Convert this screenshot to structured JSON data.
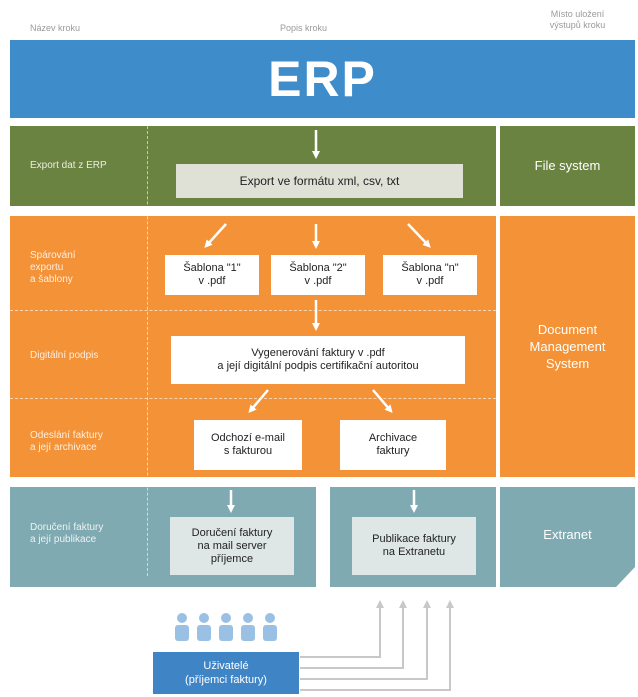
{
  "headers": {
    "step_name": "Název kroku",
    "step_desc": "Popis kroku",
    "output_location": "Místo uložení\nvýstupů kroku"
  },
  "erp": {
    "title": "ERP"
  },
  "export": {
    "label": "Export dat z ERP",
    "box": "Export ve formátu xml, csv, txt",
    "location": "File system"
  },
  "pairing": {
    "label": "Spárování\nexportu\na šablony",
    "templates": [
      "Šablona \"1\"\nv .pdf",
      "Šablona \"2\"\nv .pdf",
      "Šablona \"n\"\nv .pdf"
    ]
  },
  "signature": {
    "label": "Digitální podpis",
    "box": "Vygenerování faktury v .pdf\na její digitální podpis certifikační autoritou"
  },
  "sending": {
    "label": "Odeslání faktury\na její archivace",
    "email": "Odchozí e-mail\ns fakturou",
    "archive": "Archivace\nfaktury"
  },
  "dms": {
    "location": "Document\nManagement\nSystem"
  },
  "delivery": {
    "label": "Doručení faktury\na její publikace",
    "mail_server": "Doručení faktury\nna mail server\npříjemce",
    "extranet_pub": "Publikace faktury\nna Extranetu",
    "location": "Extranet"
  },
  "users": {
    "label": "Uživatelé\n(příjemci faktury)",
    "count": 5
  },
  "colors": {
    "erp_blue": "#3f8ccb",
    "green": "#6b8341",
    "orange": "#f39237",
    "teal": "#7faab2",
    "user_blue": "#9ac0e4",
    "user_box": "#3f85c6"
  }
}
